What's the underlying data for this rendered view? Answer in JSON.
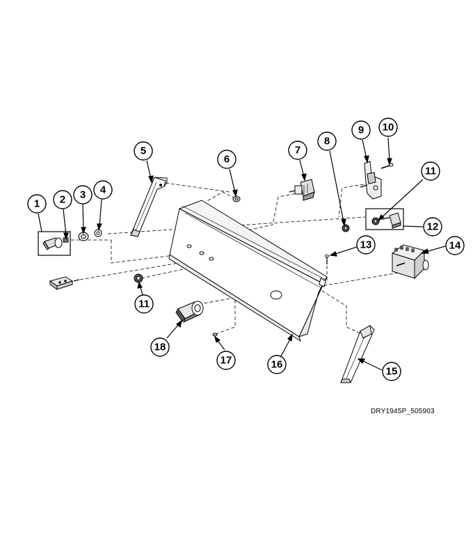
{
  "diagram": {
    "callouts": [
      {
        "id": "c1",
        "label": "1"
      },
      {
        "id": "c2",
        "label": "2"
      },
      {
        "id": "c3",
        "label": "3"
      },
      {
        "id": "c4",
        "label": "4"
      },
      {
        "id": "c5",
        "label": "5"
      },
      {
        "id": "c6",
        "label": "6"
      },
      {
        "id": "c7",
        "label": "7"
      },
      {
        "id": "c8",
        "label": "8"
      },
      {
        "id": "c9",
        "label": "9"
      },
      {
        "id": "c10",
        "label": "10"
      },
      {
        "id": "c11a",
        "label": "11"
      },
      {
        "id": "c11b",
        "label": "11"
      },
      {
        "id": "c12",
        "label": "12"
      },
      {
        "id": "c13",
        "label": "13"
      },
      {
        "id": "c14",
        "label": "14"
      },
      {
        "id": "c15",
        "label": "15"
      },
      {
        "id": "c16",
        "label": "16"
      },
      {
        "id": "c17",
        "label": "17"
      },
      {
        "id": "c18",
        "label": "18"
      }
    ],
    "drawing_code": "DRY1945P_505903"
  }
}
